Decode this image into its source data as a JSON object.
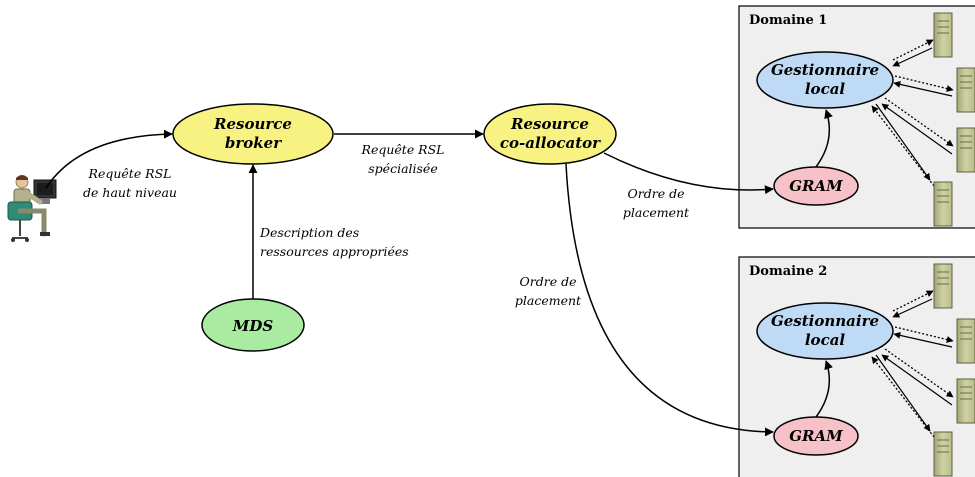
{
  "nodes": {
    "broker": {
      "line1": "Resource",
      "line2": "broker",
      "fill": "#f7f281"
    },
    "coalloc": {
      "line1": "Resource",
      "line2": "co-allocator",
      "fill": "#f7f281"
    },
    "mds": {
      "label": "MDS",
      "fill": "#a9eba0"
    },
    "gram": {
      "label": "GRAM",
      "fill": "#f6c2c8"
    },
    "gestionnaire": {
      "line1": "Gestionnaire",
      "line2": "local",
      "fill": "#bfdaf5"
    }
  },
  "edges": {
    "user_to_broker": {
      "line1": "Requête RSL",
      "line2": "de haut niveau"
    },
    "broker_to_coalloc": {
      "line1": "Requête RSL",
      "line2": "spécialisée"
    },
    "mds_to_broker": {
      "line1": "Description des",
      "line2": "ressources appropriées"
    },
    "placement_d1": {
      "line1": "Ordre de",
      "line2": "placement"
    },
    "placement_d2": {
      "line1": "Ordre de",
      "line2": "placement"
    }
  },
  "domains": [
    {
      "title": "Domaine 1"
    },
    {
      "title": "Domaine 2"
    }
  ],
  "colors": {
    "domain_bg": "#efefef",
    "server_body": "#c9cc9c"
  },
  "icons": {
    "user": "user-at-computer-icon",
    "server": "server-tower-icon"
  }
}
